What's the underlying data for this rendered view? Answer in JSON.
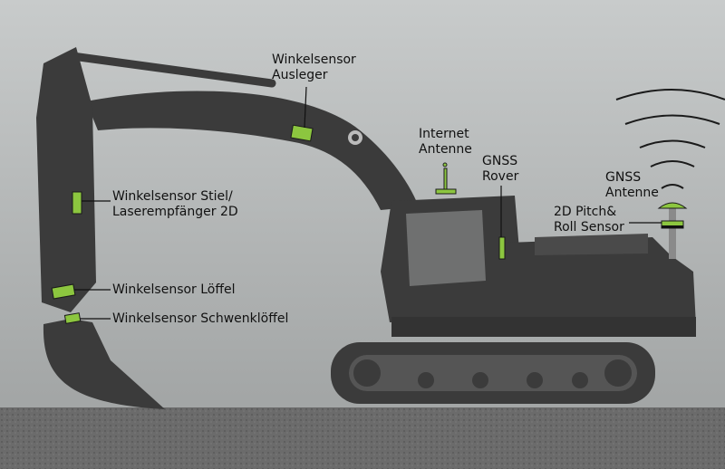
{
  "labels": {
    "ausleger": [
      "Winkelsensor",
      "Ausleger"
    ],
    "internet_antenne": [
      "Internet",
      "Antenne"
    ],
    "gnss_rover": [
      "GNSS",
      "Rover"
    ],
    "gnss_antenne": [
      "GNSS",
      "Antenne"
    ],
    "pitch_roll": [
      "2D Pitch&",
      "Roll Sensor"
    ],
    "stiel": [
      "Winkelsensor Stiel/",
      "Laserempfänger 2D"
    ],
    "loeffel": "Winkelsensor Löffel",
    "schwenkloeffel": "Winkelsensor Schwenklöffel"
  },
  "colors": {
    "machine": "#3b3b3b",
    "sensor": "#8cc63f",
    "ground": "#6a6a6a"
  }
}
